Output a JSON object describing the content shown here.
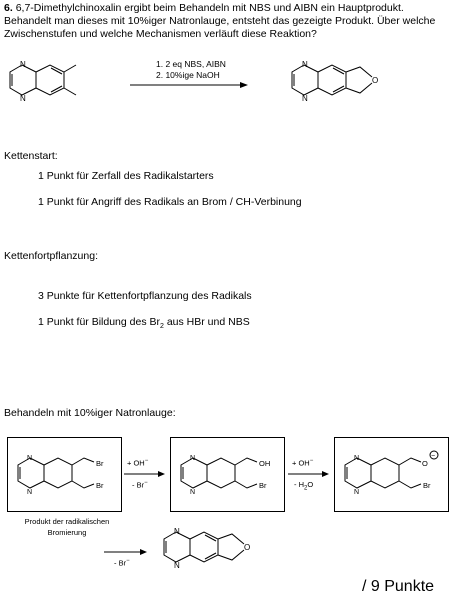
{
  "question": {
    "number": "6.",
    "text": "6,7-Dimethylchinoxalin ergibt beim Behandeln mit NBS und AIBN ein Hauptprodukt. Behandelt man dieses mit 10%iger Natronlauge, entsteht das gezeigte Produkt. Über welche Zwischenstufen und welche Mechanismen verläuft diese Reaktion?"
  },
  "reaction": {
    "step1": "1. 2 eq NBS, AIBN",
    "step2": "2. 10%ige NaOH",
    "atom_n": "N",
    "atom_o": "O"
  },
  "kettenstart": {
    "heading": "Kettenstart:",
    "items": [
      "1 Punkt für Zerfall des Radikalstarters",
      "1 Punkt für Angriff des Radikals an Brom / CH-Verbinung"
    ]
  },
  "kettenfortpflanzung": {
    "heading": "Kettenfortpflanzung:",
    "item1": "3 Punkte für Kettenfortpflanzung des Radikals",
    "item2_before": "1 Punkt für Bildung des Br",
    "item2_sub": "2",
    "item2_after": " aus HBr und NBS"
  },
  "natronlauge": {
    "heading": "Behandeln mit 10%iger Natronlauge:",
    "arrow1_top": "+ OH",
    "arrow1_top_sup": "−",
    "arrow1_bottom": "- Br",
    "arrow1_bottom_sup": "−",
    "arrow2_top": "+ OH",
    "arrow2_top_sup": "−",
    "arrow2_bottom_before": "- H",
    "arrow2_bottom_sub": "2",
    "arrow2_bottom_after": "O",
    "arrow3_bottom": "- Br",
    "arrow3_bottom_sup": "−",
    "label_br": "Br",
    "label_oh": "OH",
    "label_o": "O",
    "label_n": "N",
    "charge": "−",
    "caption_line1": "Produkt der radikalischen",
    "caption_line2": "Bromierung"
  },
  "points": "/ 9 Punkte"
}
